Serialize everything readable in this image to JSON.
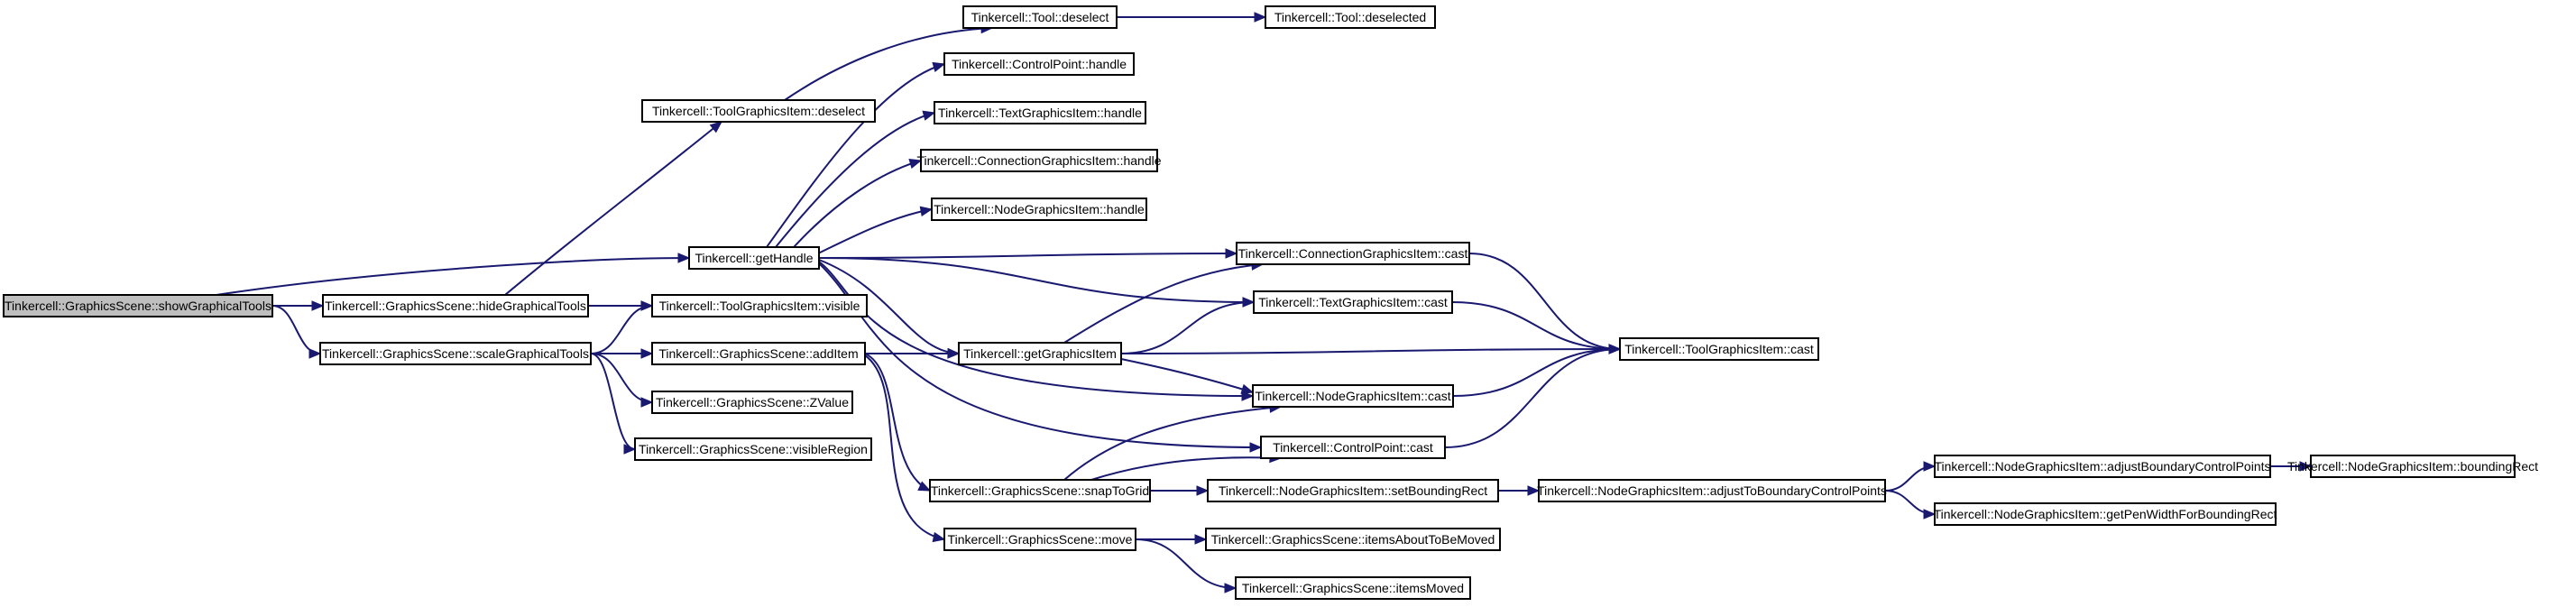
{
  "diagram": {
    "nodes": [
      {
        "id": "show",
        "label": "Tinkercell::GraphicsScene::showGraphicalTools",
        "root": true
      },
      {
        "id": "hide",
        "label": "Tinkercell::GraphicsScene::hideGraphicalTools"
      },
      {
        "id": "scale",
        "label": "Tinkercell::GraphicsScene::scaleGraphicalTools"
      },
      {
        "id": "getHandle",
        "label": "Tinkercell::getHandle"
      },
      {
        "id": "tgiDeselect",
        "label": "Tinkercell::ToolGraphicsItem::deselect"
      },
      {
        "id": "tgiVisible",
        "label": "Tinkercell::ToolGraphicsItem::visible"
      },
      {
        "id": "addItem",
        "label": "Tinkercell::GraphicsScene::addItem"
      },
      {
        "id": "zvalue",
        "label": "Tinkercell::GraphicsScene::ZValue"
      },
      {
        "id": "visRegion",
        "label": "Tinkercell::GraphicsScene::visibleRegion"
      },
      {
        "id": "toolDeselect",
        "label": "Tinkercell::Tool::deselect"
      },
      {
        "id": "toolDeselected",
        "label": "Tinkercell::Tool::deselected"
      },
      {
        "id": "cpHandle",
        "label": "Tinkercell::ControlPoint::handle"
      },
      {
        "id": "txtHandle",
        "label": "Tinkercell::TextGraphicsItem::handle"
      },
      {
        "id": "connHandle",
        "label": "Tinkercell::ConnectionGraphicsItem::handle"
      },
      {
        "id": "nodeHandle",
        "label": "Tinkercell::NodeGraphicsItem::handle"
      },
      {
        "id": "getGI",
        "label": "Tinkercell::getGraphicsItem"
      },
      {
        "id": "snap",
        "label": "Tinkercell::GraphicsScene::snapToGrid"
      },
      {
        "id": "move",
        "label": "Tinkercell::GraphicsScene::move"
      },
      {
        "id": "connCast",
        "label": "Tinkercell::ConnectionGraphicsItem::cast"
      },
      {
        "id": "txtCast",
        "label": "Tinkercell::TextGraphicsItem::cast"
      },
      {
        "id": "nodeCast",
        "label": "Tinkercell::NodeGraphicsItem::cast"
      },
      {
        "id": "cpCast",
        "label": "Tinkercell::ControlPoint::cast"
      },
      {
        "id": "tgiCast",
        "label": "Tinkercell::ToolGraphicsItem::cast"
      },
      {
        "id": "setBR",
        "label": "Tinkercell::NodeGraphicsItem::setBoundingRect"
      },
      {
        "id": "adjTo",
        "label": "Tinkercell::NodeGraphicsItem::adjustToBoundaryControlPoints"
      },
      {
        "id": "adjBCP",
        "label": "Tinkercell::NodeGraphicsItem::adjustBoundaryControlPoints"
      },
      {
        "id": "penW",
        "label": "Tinkercell::NodeGraphicsItem::getPenWidthForBoundingRect"
      },
      {
        "id": "bRect",
        "label": "Tinkercell::NodeGraphicsItem::boundingRect"
      },
      {
        "id": "aboutMoved",
        "label": "Tinkercell::GraphicsScene::itemsAboutToBeMoved"
      },
      {
        "id": "moved",
        "label": "Tinkercell::GraphicsScene::itemsMoved"
      }
    ],
    "edges": [
      {
        "from": "show",
        "to": "hide"
      },
      {
        "from": "show",
        "to": "scale"
      },
      {
        "from": "show",
        "to": "getHandle"
      },
      {
        "from": "hide",
        "to": "tgiDeselect"
      },
      {
        "from": "hide",
        "to": "tgiVisible"
      },
      {
        "from": "scale",
        "to": "tgiVisible"
      },
      {
        "from": "scale",
        "to": "addItem"
      },
      {
        "from": "scale",
        "to": "zvalue"
      },
      {
        "from": "scale",
        "to": "visRegion"
      },
      {
        "from": "tgiDeselect",
        "to": "toolDeselect"
      },
      {
        "from": "toolDeselect",
        "to": "toolDeselected"
      },
      {
        "from": "getHandle",
        "to": "cpHandle"
      },
      {
        "from": "getHandle",
        "to": "txtHandle"
      },
      {
        "from": "getHandle",
        "to": "connHandle"
      },
      {
        "from": "getHandle",
        "to": "nodeHandle"
      },
      {
        "from": "getHandle",
        "to": "connCast"
      },
      {
        "from": "getHandle",
        "to": "txtCast"
      },
      {
        "from": "getHandle",
        "to": "getGI"
      },
      {
        "from": "getHandle",
        "to": "nodeCast"
      },
      {
        "from": "getHandle",
        "to": "cpCast"
      },
      {
        "from": "addItem",
        "to": "getGI"
      },
      {
        "from": "addItem",
        "to": "snap"
      },
      {
        "from": "addItem",
        "to": "move"
      },
      {
        "from": "getGI",
        "to": "connCast"
      },
      {
        "from": "getGI",
        "to": "txtCast"
      },
      {
        "from": "getGI",
        "to": "tgiCast"
      },
      {
        "from": "getGI",
        "to": "nodeCast"
      },
      {
        "from": "connCast",
        "to": "tgiCast"
      },
      {
        "from": "txtCast",
        "to": "tgiCast"
      },
      {
        "from": "nodeCast",
        "to": "tgiCast"
      },
      {
        "from": "cpCast",
        "to": "tgiCast"
      },
      {
        "from": "snap",
        "to": "nodeCast"
      },
      {
        "from": "snap",
        "to": "cpCast"
      },
      {
        "from": "snap",
        "to": "setBR"
      },
      {
        "from": "setBR",
        "to": "adjTo"
      },
      {
        "from": "adjTo",
        "to": "adjBCP"
      },
      {
        "from": "adjTo",
        "to": "penW"
      },
      {
        "from": "adjBCP",
        "to": "bRect"
      },
      {
        "from": "move",
        "to": "aboutMoved"
      },
      {
        "from": "move",
        "to": "moved"
      }
    ]
  }
}
